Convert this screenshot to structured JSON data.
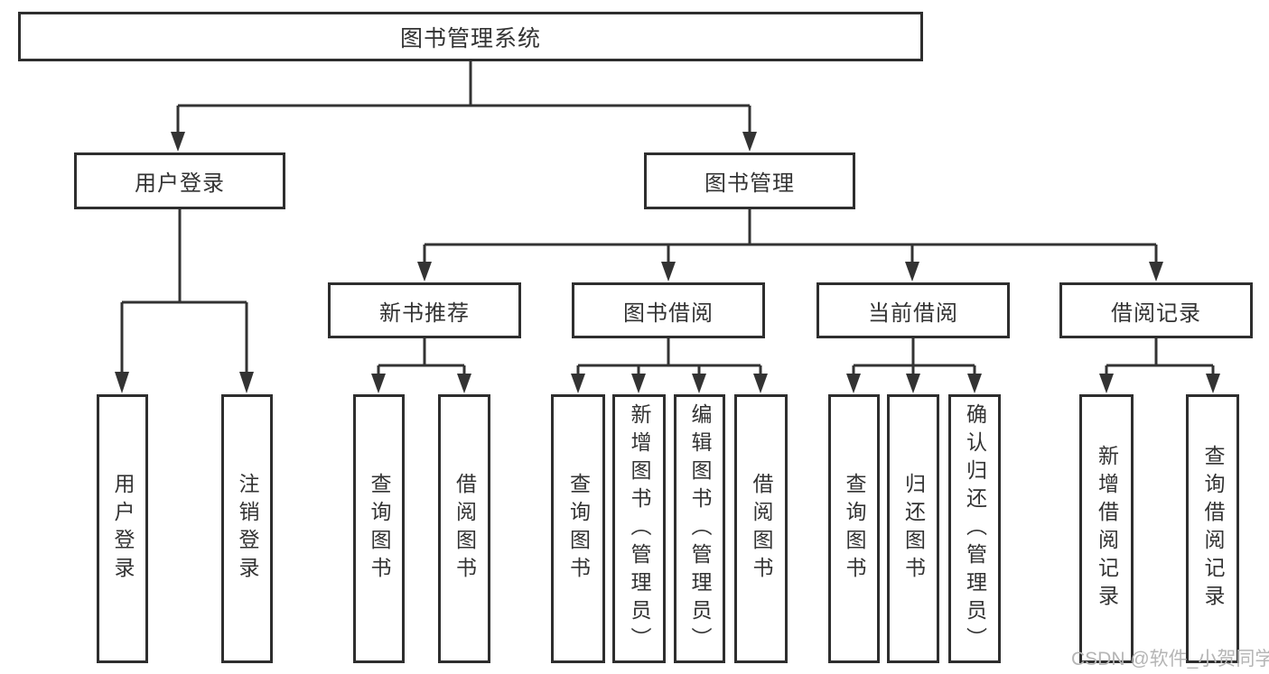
{
  "tree": {
    "root": {
      "label": "图书管理系统"
    },
    "branches": [
      {
        "label": "用户登录",
        "children": [
          {
            "label": "用户登录"
          },
          {
            "label": "注销登录"
          }
        ]
      },
      {
        "label": "图书管理",
        "children": [
          {
            "label": "新书推荐",
            "children": [
              {
                "label": "查询图书"
              },
              {
                "label": "借阅图书"
              }
            ]
          },
          {
            "label": "图书借阅",
            "children": [
              {
                "label": "查询图书"
              },
              {
                "label": "新增图书（管理员）"
              },
              {
                "label": "编辑图书（管理员）"
              },
              {
                "label": "借阅图书"
              }
            ]
          },
          {
            "label": "当前借阅",
            "children": [
              {
                "label": "查询图书"
              },
              {
                "label": "归还图书"
              },
              {
                "label": "确认归还（管理员）"
              }
            ]
          },
          {
            "label": "借阅记录",
            "children": [
              {
                "label": "新增借阅记录"
              },
              {
                "label": "查询借阅记录"
              }
            ]
          }
        ]
      }
    ]
  },
  "watermark": {
    "text": "CSDN @软件_小贺同学"
  },
  "colors": {
    "line": "#333333",
    "border": "#2e2e2e",
    "text": "#333333",
    "box_fill": "#ffffff",
    "watermark": "#b5b5b5"
  }
}
